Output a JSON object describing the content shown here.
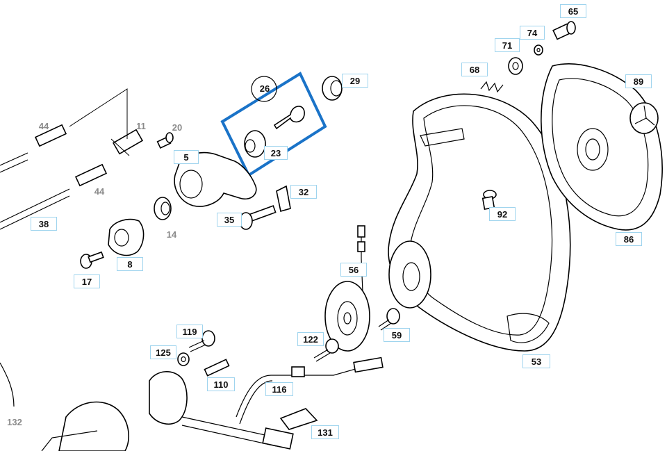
{
  "callouts": {
    "c65": "65",
    "c74": "74",
    "c71": "71",
    "c68": "68",
    "c89": "89",
    "c29": "29",
    "c26": "26",
    "c23": "23",
    "c44a": "44",
    "c11": "11",
    "c20": "20",
    "c5": "5",
    "c44b": "44",
    "c32": "32",
    "c14": "14",
    "c38": "38",
    "c35": "35",
    "c92": "92",
    "c86": "86",
    "c8": "8",
    "c17": "17",
    "c56": "56",
    "c59": "59",
    "c122": "122",
    "c53": "53",
    "c119": "119",
    "c125": "125",
    "c110": "110",
    "c116": "116",
    "c132": "132",
    "c131": "131"
  },
  "colors": {
    "highlight": "#1a73c8",
    "label_border": "#9fd4ee",
    "line": "#000000",
    "muted_label": "#8a8a8a"
  }
}
